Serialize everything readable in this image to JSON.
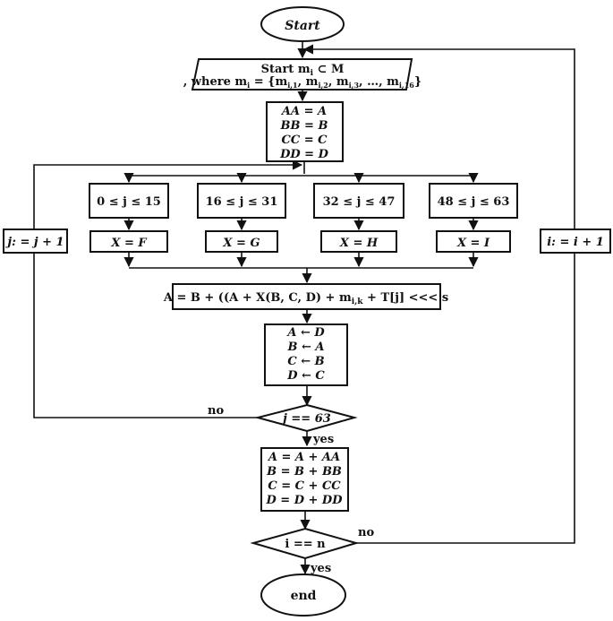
{
  "start": {
    "label": "Start"
  },
  "input": {
    "line1": "Start m",
    "line1_sub": "i",
    "line1_tail": " ⊂ M",
    "line2": ", where m",
    "line2_sub": "i",
    "line2_tail": " = {m",
    "elements": [
      "i,1",
      "i,2",
      "i,3",
      "i,16"
    ],
    "ellipsis": ", …, m"
  },
  "init": {
    "lines": [
      "AA = A",
      "BB = B",
      "CC = C",
      "DD = D"
    ]
  },
  "ranges": [
    "0 ≤ j ≤ 15",
    "16 ≤ j ≤ 31",
    "32 ≤ j ≤ 47",
    "48 ≤ j ≤ 63"
  ],
  "assign": [
    "X = F",
    "X = G",
    "X = H",
    "X = I"
  ],
  "j_increment": "j: = j + 1",
  "i_increment": "i: = i + 1",
  "formula": {
    "head": "A = B + ((A + X(B, C, D) + m",
    "sub": "i,k",
    "tail": " + T[j] <<< s"
  },
  "rotate": {
    "lines": [
      "A ← D",
      "B ← A",
      "C ← B",
      "D ← C"
    ]
  },
  "decision_j": {
    "label": "j == 63",
    "no": "no",
    "yes": "yes"
  },
  "final": {
    "lines": [
      "A = A + AA",
      "B = B + BB",
      "C = C + CC",
      "D = D + DD"
    ]
  },
  "decision_i": {
    "label": "i == n",
    "no": "no",
    "yes": "yes"
  },
  "end": {
    "label": "end"
  }
}
